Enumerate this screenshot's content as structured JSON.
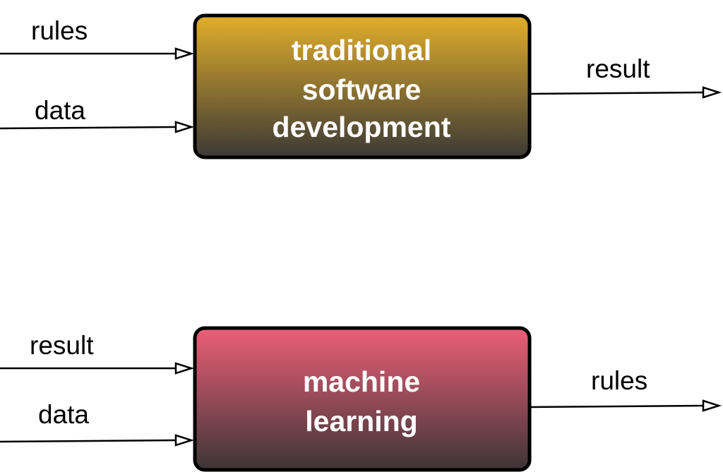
{
  "top": {
    "inputs": [
      "rules",
      "data"
    ],
    "box_lines": [
      "traditional",
      "software",
      "development"
    ],
    "output": "result",
    "colors": {
      "top": "#e2ae2b",
      "bottom": "#3b3936"
    }
  },
  "bottom": {
    "inputs": [
      "result",
      "data"
    ],
    "box_lines": [
      "machine",
      "learning"
    ],
    "output": "rules",
    "colors": {
      "top": "#ec5f78",
      "bottom": "#3c3536"
    }
  }
}
